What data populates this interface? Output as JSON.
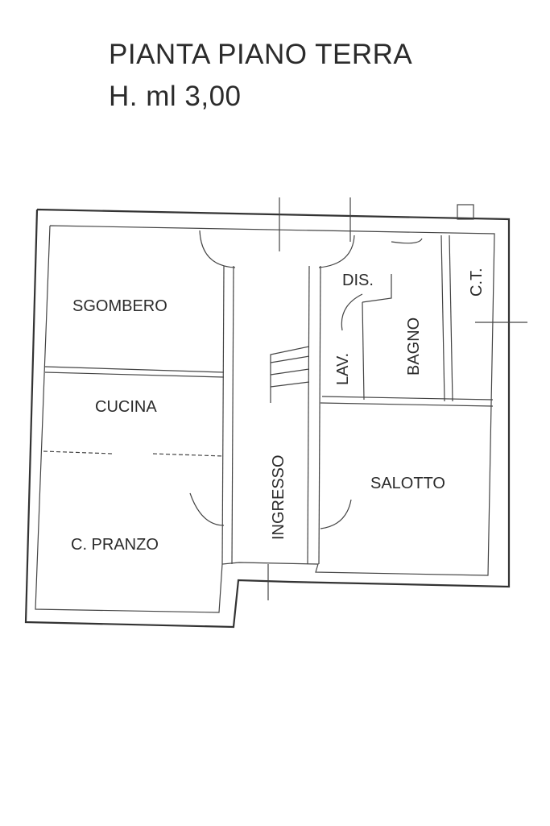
{
  "header": {
    "title": "PIANTA PIANO TERRA",
    "height": "H. ml 3,00"
  },
  "rooms": {
    "sgombero": "SGOMBERO",
    "cucina": "CUCINA",
    "pranzo": "C. PRANZO",
    "ingresso": "INGRESSO",
    "dis": "DIS.",
    "lav": "LAV.",
    "bagno": "BAGNO",
    "ct": "C.T.",
    "salotto": "SALOTTO"
  }
}
